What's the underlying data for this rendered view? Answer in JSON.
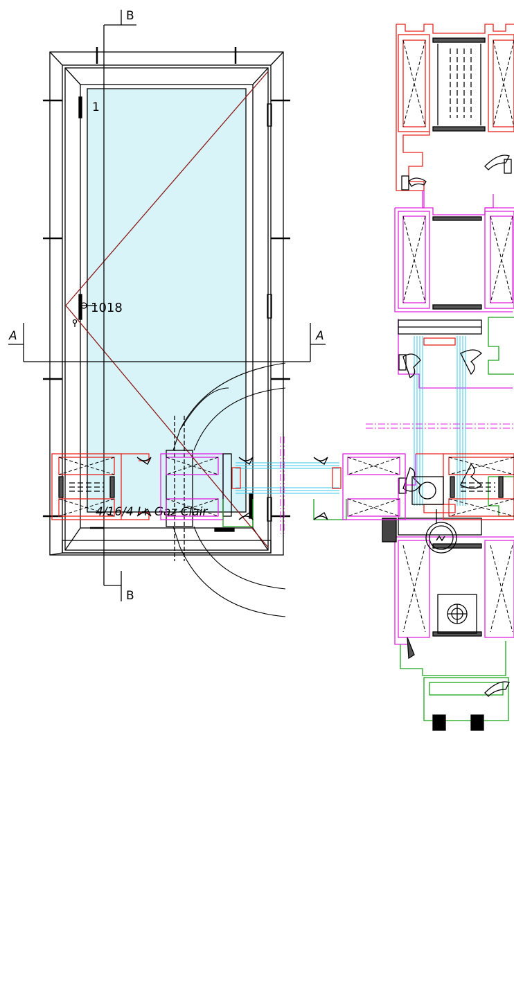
{
  "labels": {
    "section_b": "B",
    "section_a": "A",
    "sash_number": "1",
    "handle_height": "1018",
    "glazing_spec": "4/16/4 I+ Gaz Clair"
  },
  "colors": {
    "line": "#000000",
    "opening_lines": "#8b1a1a",
    "frame_profile": "#e8231e",
    "sash_profile": "#e020e0",
    "bead_profile": "#1aa51a",
    "glass": "#35c8e8",
    "sash_glass": "#d8f4f8"
  }
}
